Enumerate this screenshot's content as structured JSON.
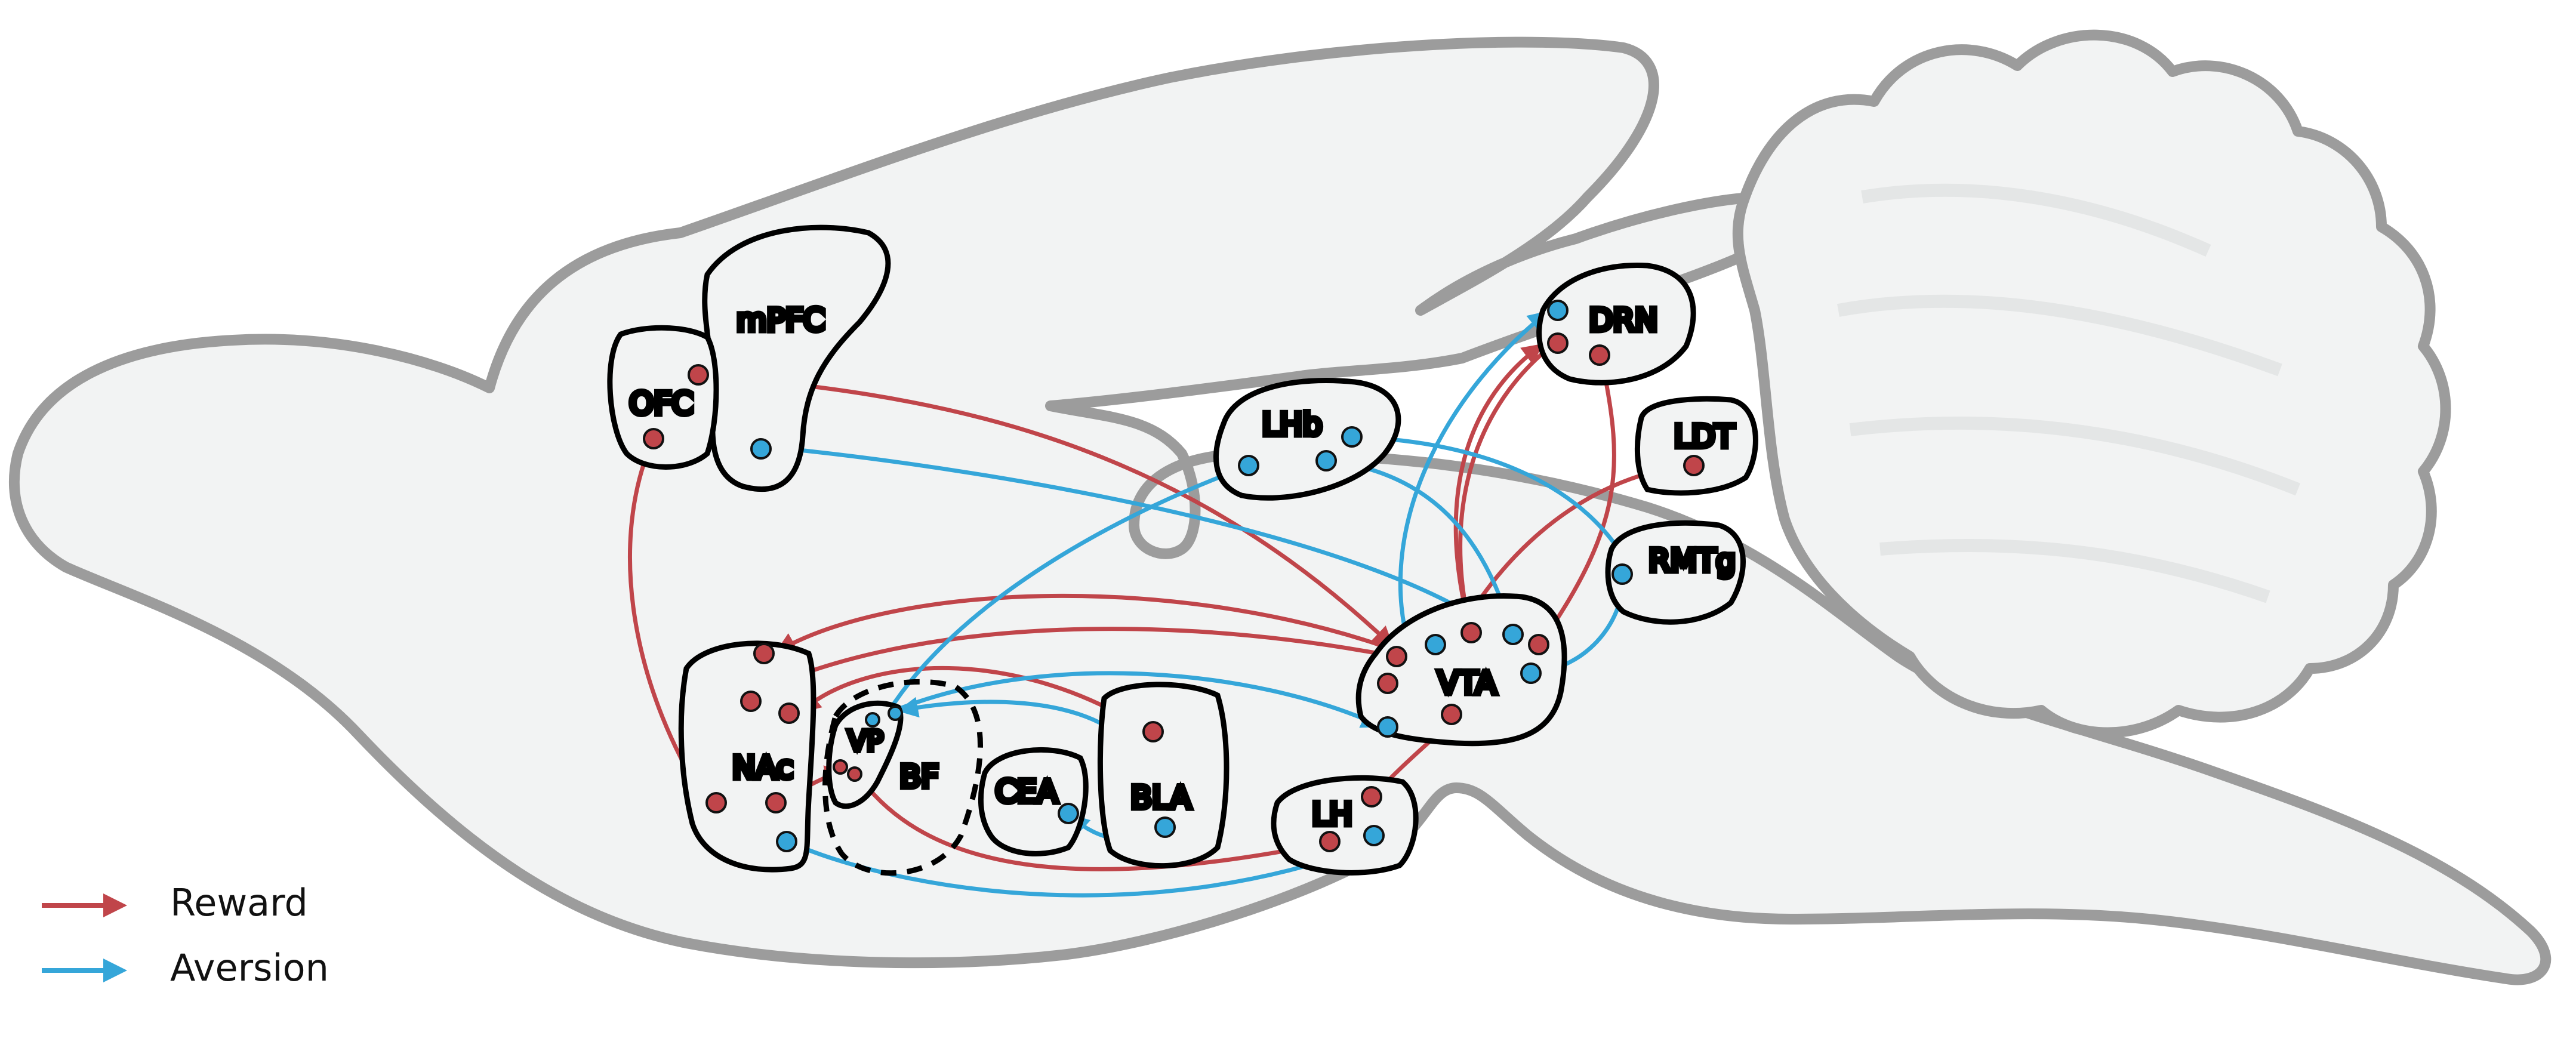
{
  "colors": {
    "reward": "#c0454a",
    "aversion": "#35a6d9",
    "brain_fill": "#f2f3f3",
    "brain_stroke": "#9c9c9c",
    "region_stroke": "#000000"
  },
  "regions": {
    "mpfc": "mPFC",
    "ofc": "OFC",
    "lhb": "LHb",
    "drn": "DRN",
    "ldt": "LDT",
    "rmtg": "RMTg",
    "vta": "VTA",
    "nac": "NAc",
    "vp": "VP",
    "bf": "BF",
    "cea": "CEA",
    "bla": "BLA",
    "lh": "LH"
  },
  "legend": {
    "reward": "Reward",
    "aversion": "Aversion"
  },
  "connections": [
    {
      "id": "ofc-nac",
      "type": "reward"
    },
    {
      "id": "ofc-vta",
      "type": "reward"
    },
    {
      "id": "vta-mpfc",
      "type": "aversion"
    },
    {
      "id": "vta-nac-1",
      "type": "reward"
    },
    {
      "id": "vta-nac-2",
      "type": "reward"
    },
    {
      "id": "bla-nac",
      "type": "reward"
    },
    {
      "id": "nac-vp",
      "type": "reward"
    },
    {
      "id": "vp-lh",
      "type": "reward"
    },
    {
      "id": "lh-vta",
      "type": "reward"
    },
    {
      "id": "vta-drn",
      "type": "reward"
    },
    {
      "id": "vta-drn-2",
      "type": "reward"
    },
    {
      "id": "ldt-vta",
      "type": "reward"
    },
    {
      "id": "vp-lhb",
      "type": "aversion"
    },
    {
      "id": "lhb-vta",
      "type": "aversion"
    },
    {
      "id": "lhb-rmtg",
      "type": "aversion"
    },
    {
      "id": "rmtg-vta",
      "type": "aversion"
    },
    {
      "id": "vta-drn-av",
      "type": "aversion"
    },
    {
      "id": "vp-vta",
      "type": "aversion"
    },
    {
      "id": "bla-vp",
      "type": "aversion"
    },
    {
      "id": "bla-cea",
      "type": "aversion"
    },
    {
      "id": "nac-lh",
      "type": "aversion"
    }
  ]
}
